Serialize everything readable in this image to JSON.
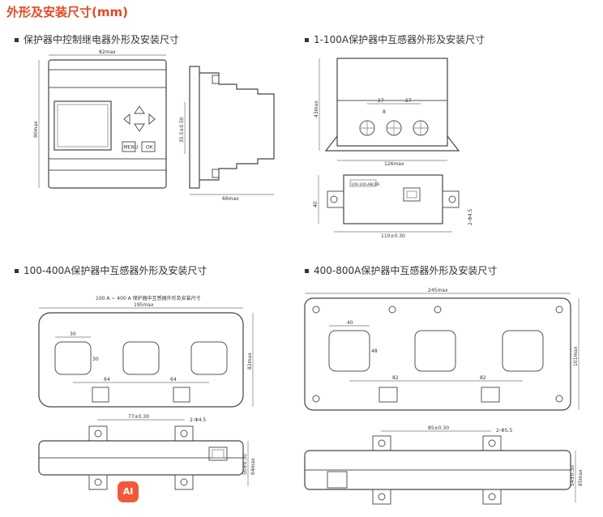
{
  "page": {
    "title": "外形及安装尺寸(mm)",
    "sections": [
      {
        "label": "保护器中控制继电器外形及安装尺寸"
      },
      {
        "label": "1-100A保护器中互感器外形及安装尺寸"
      },
      {
        "label": "100-400A保护器中互感器外形及安装尺寸"
      },
      {
        "label": "400-800A保护器中互感器外形及安装尺寸"
      }
    ],
    "badge": "AI"
  },
  "drawings": {
    "relay": {
      "width_dim": "82max",
      "height_dim": "90max",
      "depth_dim": "66max",
      "rail_dim": "35.5±0.50",
      "btn_menu": "MENU",
      "btn_ok": "OK"
    },
    "ct100": {
      "height_dim": "43max",
      "width_dim": "126max",
      "pitch1": "27",
      "pitch2": "27",
      "hole_dim": "8",
      "mount_dim": "110±0.30",
      "side_dim": "2-Φ4.5",
      "label_box": "100-100-ABCDE",
      "small_dim": "40"
    },
    "ct400": {
      "caption": "100 A ~ 400 A 保护器中互感器外形及安装尺寸",
      "width_dim": "195max",
      "height_dim": "82max",
      "window_dim": "30",
      "window_h": "30",
      "pitch1": "64",
      "pitch2": "64",
      "mount_dim": "77±0.30",
      "side_dim": "2-Φ4.5",
      "d1": "50±0.30",
      "d2": "64max"
    },
    "ct800": {
      "width_dim": "245max",
      "height_dim": "101max",
      "window_dim": "40",
      "window_h": "48",
      "pitch1": "82",
      "pitch2": "82",
      "mount_dim": "85±0.30",
      "side_dim": "2-Φ5.5",
      "d1": "54±0.30",
      "d2": "85max"
    }
  }
}
